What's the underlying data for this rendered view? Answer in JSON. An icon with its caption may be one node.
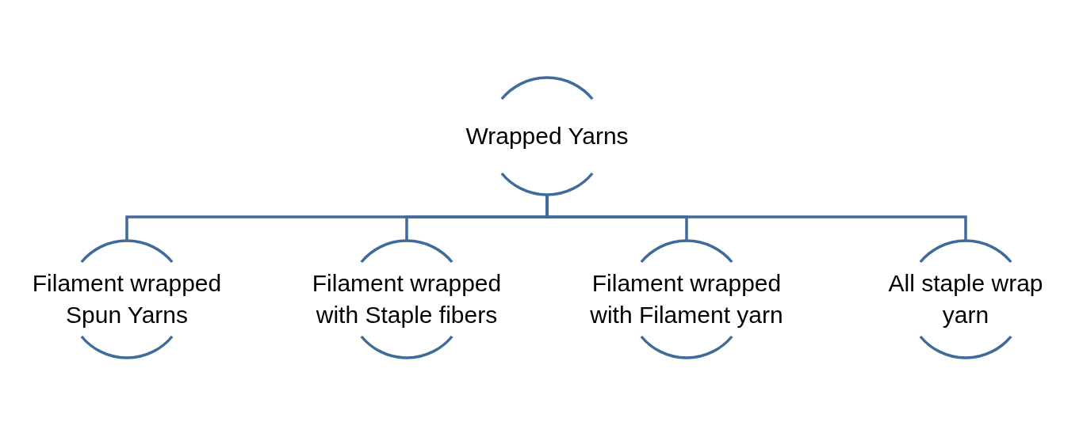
{
  "diagram": {
    "nodes": [
      {
        "text": [
          "Wrapped Yarns"
        ]
      },
      {
        "text": [
          "Filament wrapped Spun Yarns"
        ]
      },
      {
        "text": [
          "Filament wrapped with Staple fibers"
        ]
      },
      {
        "text": [
          "Filament wrapped with Filament yarn"
        ]
      },
      {
        "text": [
          "All staple wrap yarn"
        ]
      }
    ],
    "edges": [
      {
        "from": 0,
        "to": 1,
        "arrow": "none"
      },
      {
        "from": 0,
        "to": 2,
        "arrow": "none"
      },
      {
        "from": 0,
        "to": 3,
        "arrow": "none"
      },
      {
        "from": 0,
        "to": 4,
        "arrow": "none"
      }
    ]
  }
}
